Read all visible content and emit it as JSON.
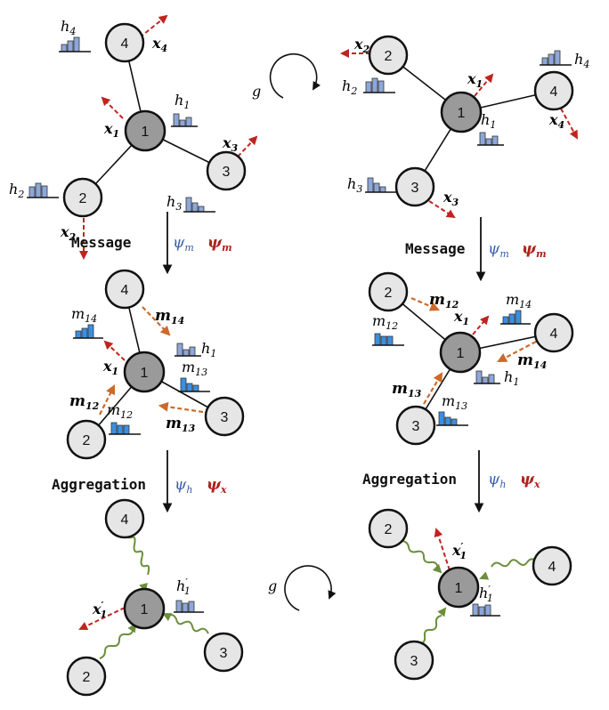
{
  "colors": {
    "node_fill": "#e6e6e6",
    "center_fill": "#9a9a9a",
    "velocity": "#c0241f",
    "message_arrow": "#cc6a2a",
    "histogram_h": "#8ea7d8",
    "histogram_m": "#3c8fe0",
    "psi_blue": "#3b5ea8",
    "psi_red": "#b0221c",
    "coil": "#6b8f3a"
  },
  "nodes": {
    "n1": "1",
    "n2": "2",
    "n3": "3",
    "n4": "4"
  },
  "operations": {
    "symmetry": "g",
    "message": "Message",
    "aggregation": "Aggregation",
    "psi_m_blue": "ψ",
    "psi_m_blue_sub": "m",
    "psi_m_red": "ψ",
    "psi_m_red_sub": "m",
    "psi_h_blue": "ψ",
    "psi_h_blue_sub": "h",
    "psi_x_red": "ψ",
    "psi_x_red_sub": "x"
  },
  "symbols": {
    "x": "x",
    "h": "h",
    "m": "m",
    "prime": "′",
    "s1": "1",
    "s2": "2",
    "s3": "3",
    "s4": "4",
    "s12": "12",
    "s13": "13",
    "s14": "14"
  }
}
